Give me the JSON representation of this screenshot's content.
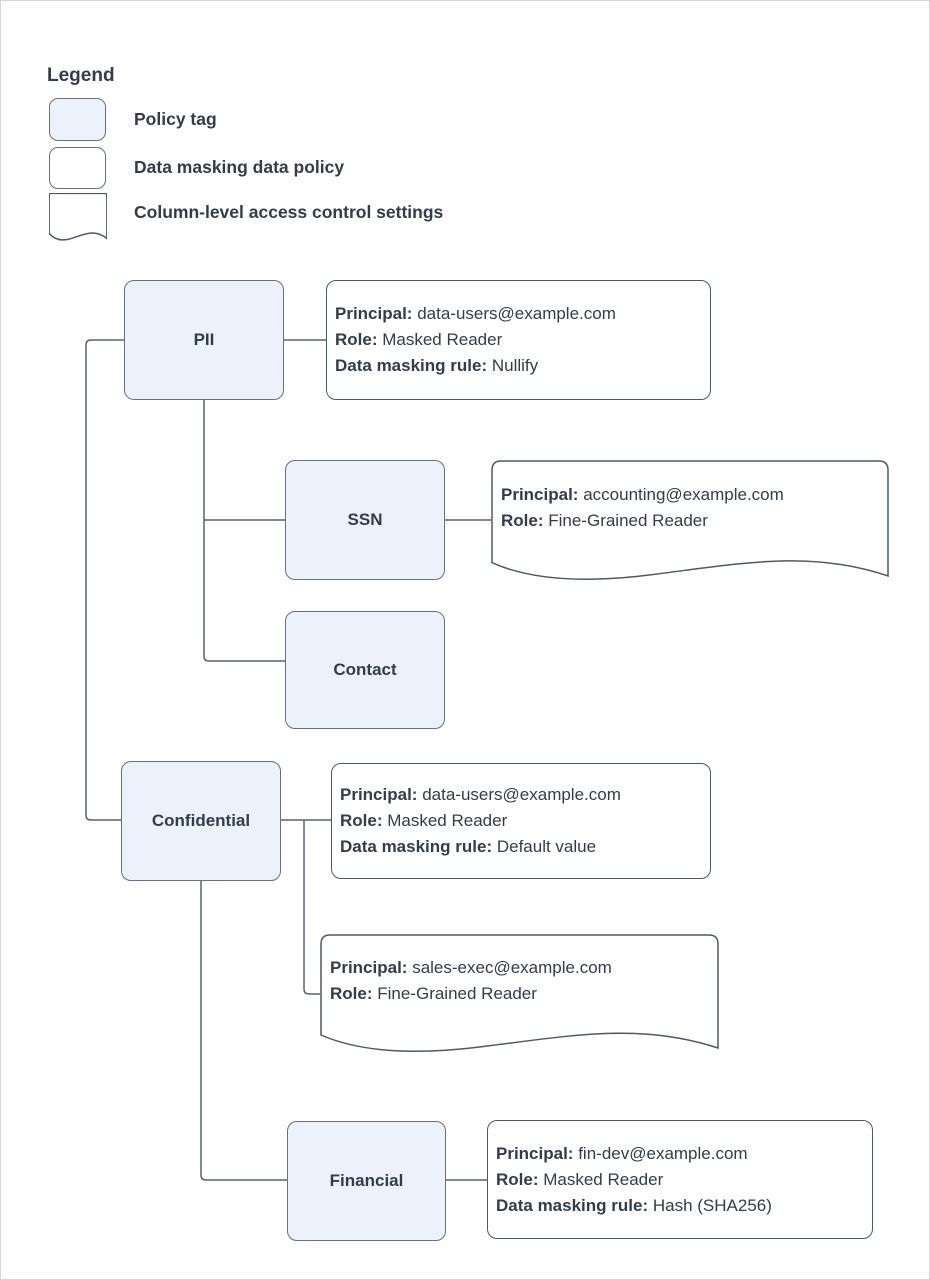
{
  "legend": {
    "title": "Legend",
    "items": [
      {
        "id": "policy-tag",
        "label": "Policy tag"
      },
      {
        "id": "data-masking-policy",
        "label": "Data masking data policy"
      },
      {
        "id": "column-access",
        "label": "Column-level access control settings"
      }
    ]
  },
  "nodes": [
    {
      "id": "pii",
      "label": "PII"
    },
    {
      "id": "ssn",
      "label": "SSN"
    },
    {
      "id": "contact",
      "label": "Contact"
    },
    {
      "id": "confidential",
      "label": "Confidential"
    },
    {
      "id": "financial",
      "label": "Financial"
    }
  ],
  "annotations": [
    {
      "id": "pii-masking-policy",
      "kind": "data-masking-policy",
      "fields": [
        {
          "label": "Principal:",
          "value": "data-users@example.com"
        },
        {
          "label": "Role:",
          "value": "Masked Reader"
        },
        {
          "label": "Data masking rule:",
          "value": "Nullify"
        }
      ]
    },
    {
      "id": "ssn-access-control",
      "kind": "column-access",
      "fields": [
        {
          "label": "Principal:",
          "value": "accounting@example.com"
        },
        {
          "label": "Role:",
          "value": "Fine-Grained Reader"
        }
      ]
    },
    {
      "id": "confidential-masking-policy",
      "kind": "data-masking-policy",
      "fields": [
        {
          "label": "Principal:",
          "value": "data-users@example.com"
        },
        {
          "label": "Role:",
          "value": "Masked Reader"
        },
        {
          "label": "Data masking rule:",
          "value": "Default value"
        }
      ]
    },
    {
      "id": "confidential-access-control",
      "kind": "column-access",
      "fields": [
        {
          "label": "Principal:",
          "value": "sales-exec@example.com"
        },
        {
          "label": "Role:",
          "value": "Fine-Grained Reader"
        }
      ]
    },
    {
      "id": "financial-masking-policy",
      "kind": "data-masking-policy",
      "fields": [
        {
          "label": "Principal:",
          "value": "fin-dev@example.com"
        },
        {
          "label": "Role:",
          "value": "Masked Reader"
        },
        {
          "label": "Data masking rule:",
          "value": "Hash (SHA256)"
        }
      ]
    }
  ],
  "colors": {
    "policy_tag_fill": "#ebf2fc",
    "shape_stroke": "#66707e",
    "connector": "#596273",
    "text": "#323c4a",
    "background": "#ffffff"
  }
}
